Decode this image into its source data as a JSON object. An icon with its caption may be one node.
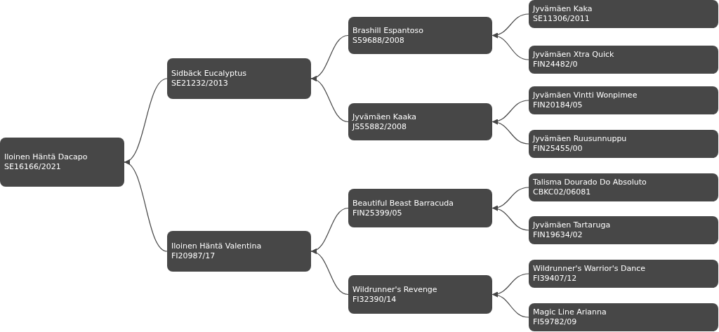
{
  "diagram": {
    "nodes": [
      {
        "text": [
          "Iloinen Häntä Dacapo",
          "SE16166/2021"
        ]
      },
      {
        "text": [
          "Sidbäck Eucalyptus",
          "SE21232/2013"
        ]
      },
      {
        "text": [
          "Iloinen Häntä Valentina",
          "FI20987/17"
        ]
      },
      {
        "text": [
          "Brashill Espantoso",
          "S59688/2008"
        ]
      },
      {
        "text": [
          "Jyvämäen Kaaka",
          "JS55882/2008"
        ]
      },
      {
        "text": [
          "Beautiful Beast Barracuda",
          "FIN25399/05"
        ]
      },
      {
        "text": [
          "Wildrunner's Revenge",
          "FI32390/14"
        ]
      },
      {
        "text": [
          "Jyvämäen Kaka",
          "SE11306/2011"
        ]
      },
      {
        "text": [
          "Jyvämäen Xtra Quick",
          "FIN24482/0"
        ]
      },
      {
        "text": [
          "Jyvämäen Vintti Wonpimee",
          "FIN20184/05"
        ]
      },
      {
        "text": [
          "Jyvämäen Ruusunnuppu",
          "FIN25455/00"
        ]
      },
      {
        "text": [
          "Talisma Dourado Do Absoluto",
          "CBKC02/06081"
        ]
      },
      {
        "text": [
          "Jyvämäen Tartaruga",
          "FIN19634/02"
        ]
      },
      {
        "text": [
          "Wildrunner's Warrior's Dance",
          "FI39407/12"
        ]
      },
      {
        "text": [
          "Magic Line Arianna",
          "FI59782/09"
        ]
      }
    ],
    "edges": [
      {
        "from": 1,
        "to": 0,
        "arrow": "to"
      },
      {
        "from": 2,
        "to": 0,
        "arrow": "to"
      },
      {
        "from": 3,
        "to": 1,
        "arrow": "to"
      },
      {
        "from": 4,
        "to": 1,
        "arrow": "to"
      },
      {
        "from": 5,
        "to": 2,
        "arrow": "to"
      },
      {
        "from": 6,
        "to": 2,
        "arrow": "to"
      },
      {
        "from": 7,
        "to": 3,
        "arrow": "to"
      },
      {
        "from": 8,
        "to": 3,
        "arrow": "to"
      },
      {
        "from": 9,
        "to": 4,
        "arrow": "to"
      },
      {
        "from": 10,
        "to": 4,
        "arrow": "to"
      },
      {
        "from": 11,
        "to": 5,
        "arrow": "to"
      },
      {
        "from": 12,
        "to": 5,
        "arrow": "to"
      },
      {
        "from": 13,
        "to": 6,
        "arrow": "to"
      },
      {
        "from": 14,
        "to": 6,
        "arrow": "to"
      }
    ]
  }
}
